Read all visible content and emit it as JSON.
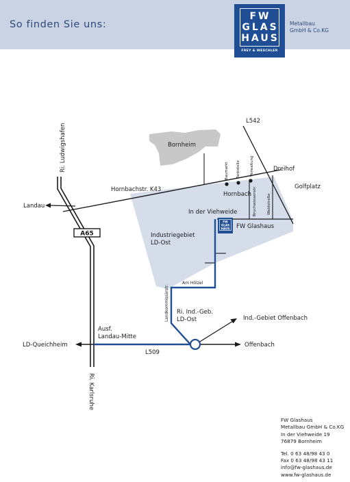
{
  "header": {
    "title": "So finden Sie uns:",
    "background_color": "#c9d3e3",
    "title_color": "#2d4a7a",
    "logo": {
      "rows": [
        "FW",
        "GLAS",
        "HAUS"
      ],
      "subtitle": "FREY & WESCHLER",
      "color": "#1f4e95"
    },
    "company_lines": [
      "Metallbau",
      "GmbH & Co.KG"
    ]
  },
  "map": {
    "road_labels": {
      "ri_ludwigshafen": "Ri. Ludwigshafen",
      "ri_karlsruhe": "Ri. Karlsruhe",
      "a65": "A65",
      "landau": "Landau",
      "hornbachstr": "Hornbachstr. K43",
      "l542": "L542",
      "l509": "L509",
      "ld_queichheim": "LD-Queichheim",
      "offenbach": "Offenbach",
      "ind_gebiet_offenbach": "Ind.-Gebiet Offenbach",
      "ausf_line1": "Ausf.",
      "ausf_line2": "Landau-Mitte",
      "ri_ind_geb_line1": "Ri. Ind.-Geb.",
      "ri_ind_geb_line2": "LD-Ost",
      "am_hoelzel": "Am Hölzel",
      "landkommissaerstr": "Landkommissärstr.",
      "in_der_viehweide": "In der Viehweide",
      "bruchwiesenstr": "Bruchwiesenstr.",
      "waldstrasse": "Waldstraße"
    },
    "place_labels": {
      "bornheim": "Bornheim",
      "dreihof": "Dreihof",
      "golfplatz": "Golfplatz",
      "hornbach": "Hornbach",
      "industriegebiet_line1": "Industriegebiet",
      "industriegebiet_line2": "LD-Ost",
      "fw_glashaus": "FW Glashaus"
    },
    "poi_labels": {
      "baumarkt": "Baumarkt",
      "tankstelle": "Tankstelle",
      "verwaltung": "Verwaltung"
    },
    "marker_logo_rows": [
      "FW",
      "GLAS",
      "HAUS"
    ],
    "colors": {
      "route": "#1f4e95",
      "industrial_area": "#d5dcea",
      "town": "#c8c8c8",
      "road": "#1a1a1a"
    }
  },
  "contact": {
    "lines": [
      "FW Glashaus",
      "Metallbau GmbH & Co.KG",
      "In der Viehweide 19",
      "76879 Bornheim"
    ],
    "lines2": [
      "Tel. 0 63 48/98 43 0",
      "Fax 0 63 48/98 43 11",
      "info@fw-glashaus.de",
      "www.fw-glashaus.de"
    ]
  }
}
